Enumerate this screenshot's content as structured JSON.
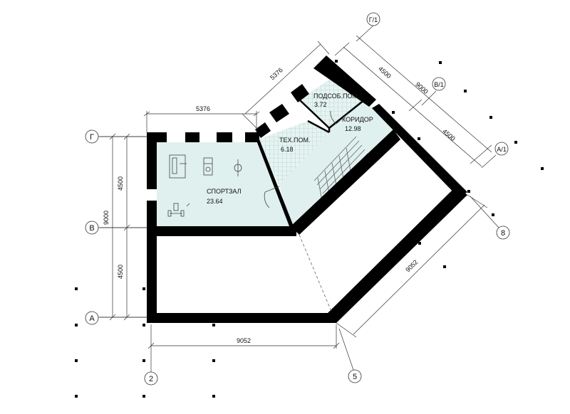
{
  "axes": {
    "G": "Г",
    "V": "В",
    "A": "А",
    "G1": "Г/1",
    "V1": "В/1",
    "A1": "А/1",
    "n2": "2",
    "n5": "5",
    "n8": "8"
  },
  "dimensions": {
    "top_left_wing": "5376",
    "top_right_wing": "5376",
    "left_upper": "4500",
    "left_total": "9000",
    "left_lower": "4500",
    "right_upper": "4500",
    "right_total": "9000",
    "right_lower": "4500",
    "bottom": "9052",
    "diagonal_bottom": "9052"
  },
  "rooms": {
    "gym": {
      "name": "СПОРТЗАЛ",
      "area": "23.64"
    },
    "tech": {
      "name": "ТЕХ.ПОМ.",
      "area": "6.18"
    },
    "utility": {
      "name": "ПОДСОБ.ПОМ.",
      "area": "3.72"
    },
    "corridor": {
      "name": "КОРИДОР",
      "area": "12.98"
    }
  },
  "colors": {
    "wall": "#000000",
    "floor": "#dff0ee",
    "tile_grid": "#9cc9c4",
    "line": "#333333"
  }
}
